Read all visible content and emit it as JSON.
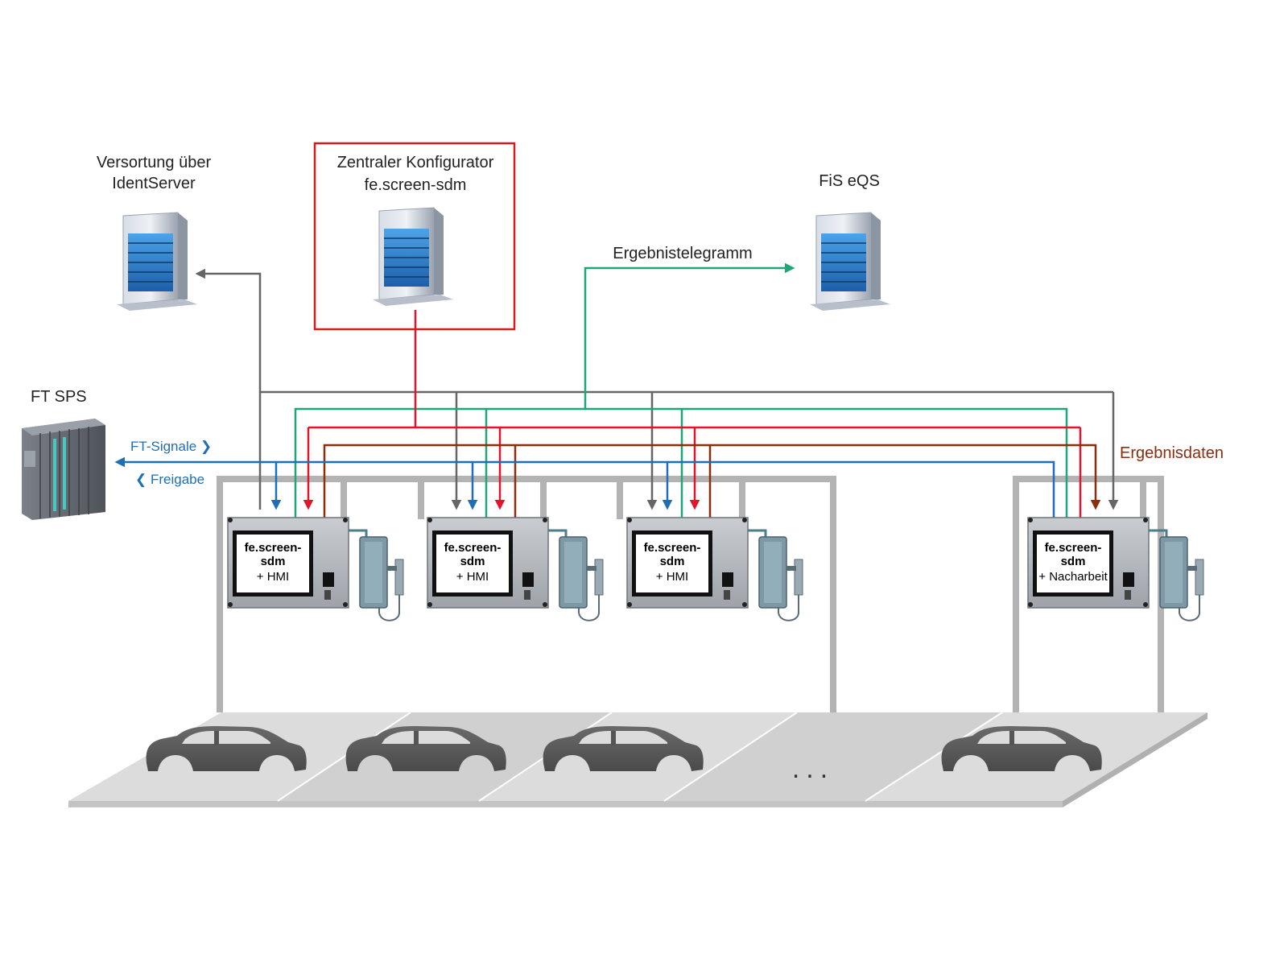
{
  "servers": {
    "ident": {
      "label_line1": "Versortung über",
      "label_line2": "IdentServer"
    },
    "config": {
      "label_line1": "Zentraler Konfigurator",
      "label_line2": "fe.screen-sdm"
    },
    "eqs": {
      "label": "FiS eQS"
    }
  },
  "plc": {
    "label": "FT SPS"
  },
  "signals": {
    "ft_signale": "FT-Signale ❯",
    "freigabe": "❮ Freigabe",
    "ergebnistelegramm": "Ergebnistelegramm",
    "ergebnisdaten": "Ergebnisdaten"
  },
  "stations": [
    {
      "line1": "fe.screen-",
      "line2": "sdm",
      "line3": "+ HMI"
    },
    {
      "line1": "fe.screen-",
      "line2": "sdm",
      "line3": "+ HMI"
    },
    {
      "line1": "fe.screen-",
      "line2": "sdm",
      "line3": "+ HMI"
    },
    {
      "line1": "fe.screen-",
      "line2": "sdm",
      "line3": "+ Nacharbeit"
    }
  ],
  "ellipsis": "...",
  "colors": {
    "gray": "#666666",
    "green": "#1fa57a",
    "red": "#e3142b",
    "brown": "#8b2e0e",
    "blue": "#1f6fb5",
    "frame": "#b3b3b3",
    "highlight_box": "#d71a20"
  }
}
